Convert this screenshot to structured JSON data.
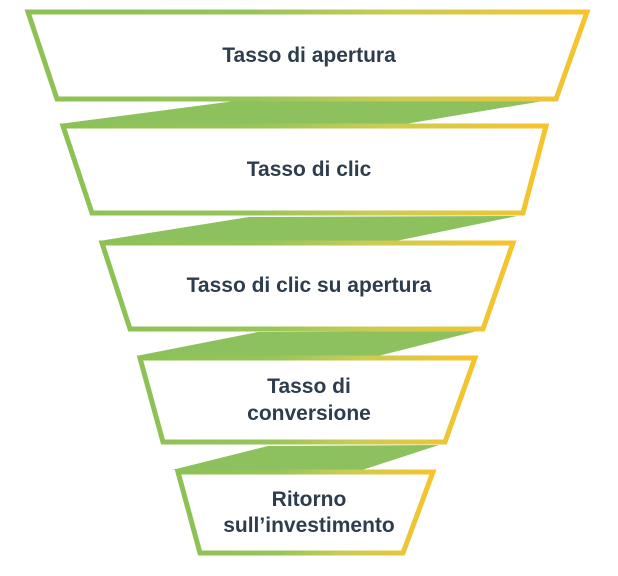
{
  "diagram": {
    "type": "funnel",
    "direction": "top-to-bottom",
    "steps": [
      {
        "label": "Tasso di apertura"
      },
      {
        "label": "Tasso di clic"
      },
      {
        "label": "Tasso di clic su apertura"
      },
      {
        "label": "Tasso di conversione"
      },
      {
        "label": "Ritorno sull’investimento"
      }
    ],
    "colors": {
      "border_gradient_start": "#8dc153",
      "border_gradient_end": "#f8c32c",
      "connector_fill": "#8cc15e",
      "step_fill": "#ffffff",
      "label_text": "#2e3d4e",
      "background": "#ffffff"
    }
  }
}
